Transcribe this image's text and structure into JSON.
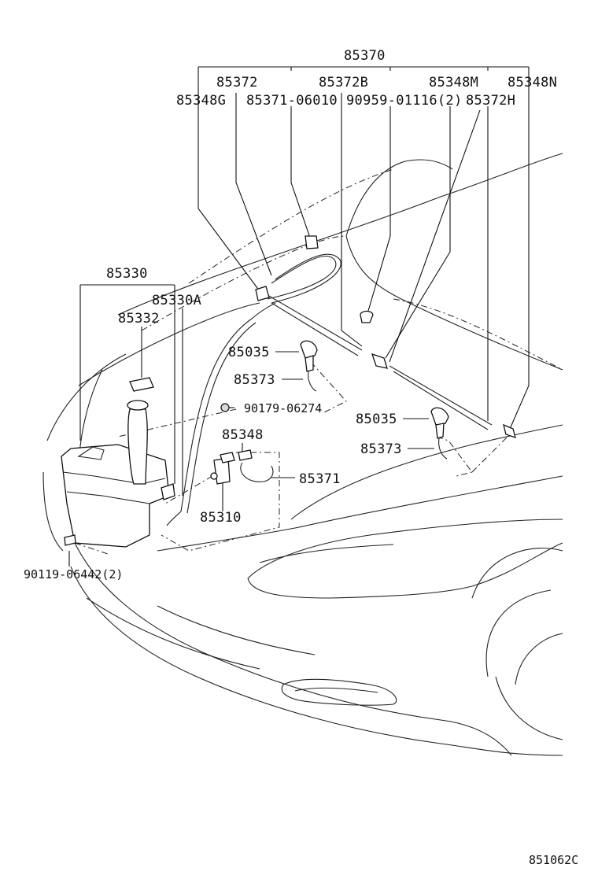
{
  "labels": {
    "p85370": "85370",
    "p85372": "85372",
    "p85372B": "85372B",
    "p85348M": "85348M",
    "p85348N": "85348N",
    "p85348G": "85348G",
    "p85371_06010": "85371-06010",
    "p90959_01116": "90959-01116(2)",
    "p85372H": "85372H",
    "p85330": "85330",
    "p85330A": "85330A",
    "p85332": "85332",
    "p85035_a": "85035",
    "p85373_a": "85373",
    "p90179_06274": "90179-06274",
    "p85035_b": "85035",
    "p85373_b": "85373",
    "p85348": "85348",
    "p85371": "85371",
    "p85310": "85310",
    "p90119_06442": "90119-06442(2)",
    "diagram_code": "851062C"
  }
}
